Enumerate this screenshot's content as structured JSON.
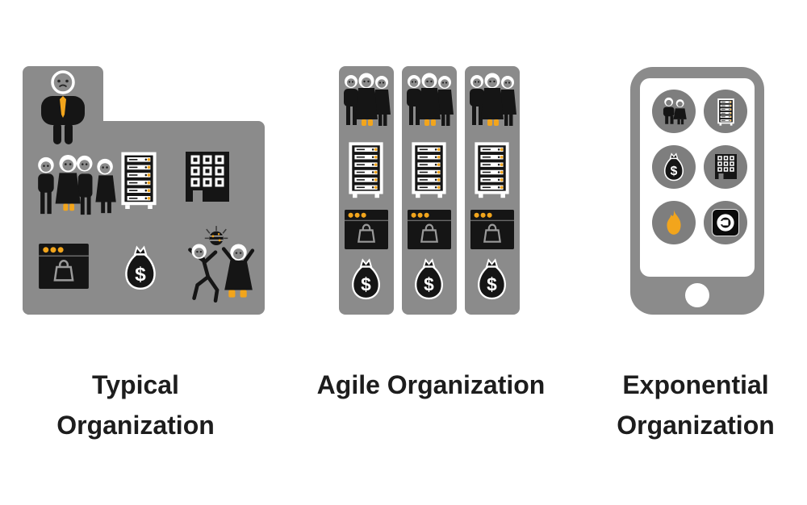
{
  "canvas": {
    "background": "#ffffff"
  },
  "colors": {
    "shape_gray": "#8b8b8b",
    "app_circle_gray": "#7e7e7e",
    "accent_orange": "#F2A51C",
    "icon_black": "#151515",
    "text_black": "#1d1d1d",
    "white": "#ffffff"
  },
  "symbols": {
    "dollar": "$"
  },
  "sections": [
    {
      "id": "typical",
      "label": "Typical Organization",
      "shape": "stepped-building-silhouette",
      "icons": [
        "ceo-with-monocle",
        "employee-group",
        "server-rack",
        "office-building",
        "online-store",
        "money-bag",
        "party-dancers"
      ]
    },
    {
      "id": "agile",
      "label": "Agile Organization",
      "shape": "three-columns",
      "column_count": 3,
      "column_icons": [
        "team-of-three",
        "server-rack",
        "online-store",
        "money-bag"
      ]
    },
    {
      "id": "exponential",
      "label": "Exponential Organization",
      "shape": "smartphone",
      "app_icons": [
        "couple",
        "server-rack",
        "money-bag",
        "office-building",
        "flame",
        "rideshare"
      ]
    }
  ]
}
